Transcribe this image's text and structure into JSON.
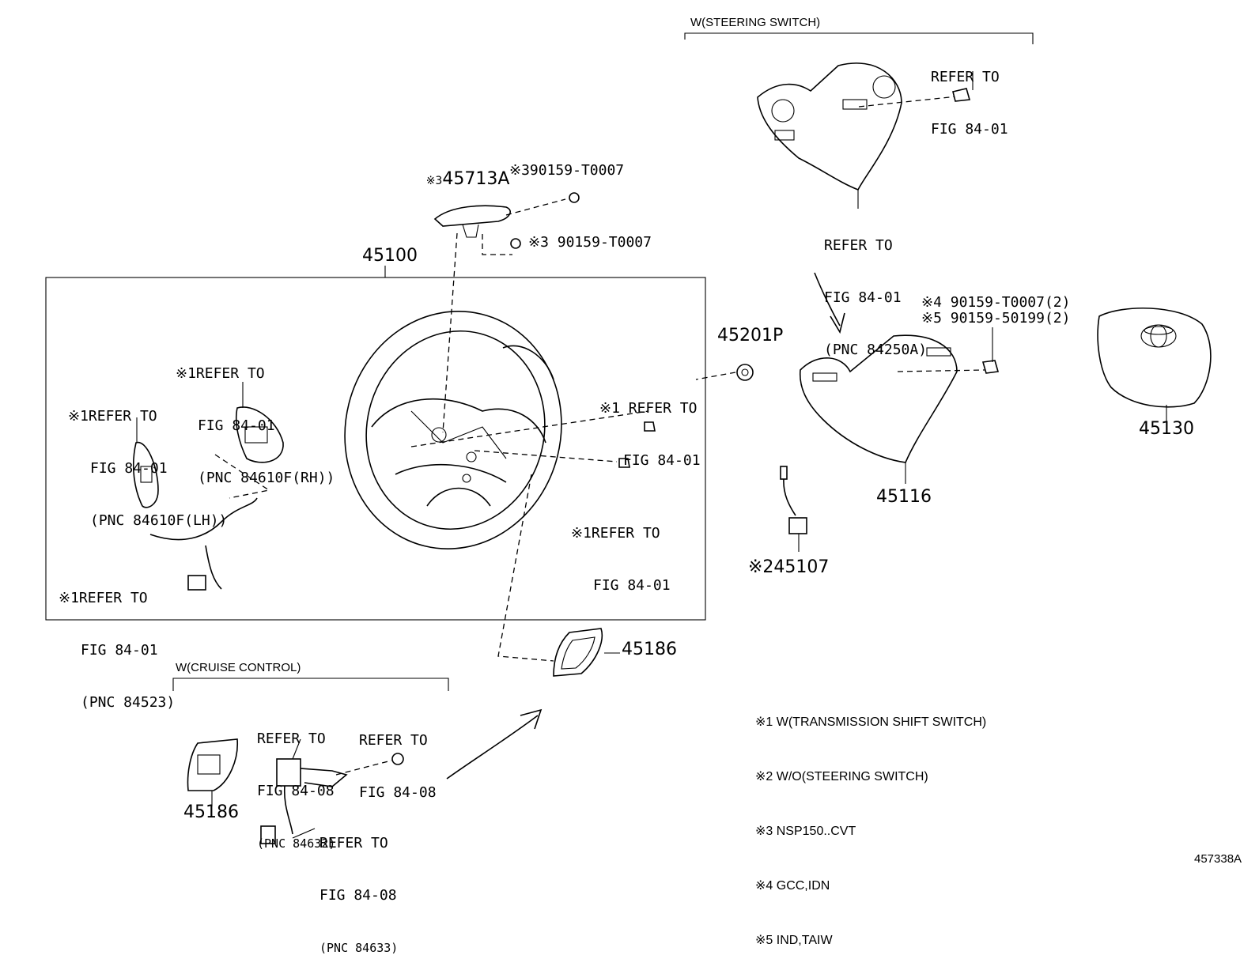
{
  "headers": {
    "steering_switch": "W(STEERING SWITCH)",
    "cruise_control": "W(CRUISE CONTROL)"
  },
  "labels": {
    "refer_top_right": [
      "REFER TO",
      "FIG 84-01"
    ],
    "refer_switch_bottom": [
      "REFER TO",
      "FIG 84-01",
      "(PNC 84250A)"
    ],
    "p45713a": "45713A",
    "p45713a_mark": "※3",
    "bolt_upper": "※390159-T0007",
    "bolt_lower": "※3 90159-T0007",
    "p45100": "45100",
    "p45201p": "45201P",
    "bolt_right_1": "※4 90159-T0007(2)",
    "bolt_right_2": "※5 90159-50199(2)",
    "p45130": "45130",
    "p45116": "45116",
    "p45107": "※245107",
    "refer_rh": [
      "※1REFER TO",
      "FIG 84-01",
      "(PNC 84610F(RH))"
    ],
    "refer_lh": [
      "※1REFER TO",
      "FIG 84-01",
      "(PNC 84610F(LH))"
    ],
    "refer_wire": [
      "※1REFER TO",
      "FIG 84-01",
      "(PNC 84523)"
    ],
    "refer_screw_upper": [
      "※1 REFER TO",
      "FIG 84-01"
    ],
    "refer_screw_lower": [
      "※1REFER TO",
      "FIG 84-01"
    ],
    "p45186_right": "45186",
    "p45186_left": "45186",
    "refer_84632": [
      "REFER TO",
      "FIG 84-08",
      "(PNC 84632)"
    ],
    "refer_84_08": [
      "REFER TO",
      "FIG 84-08"
    ],
    "refer_84633": [
      "REFER TO",
      "FIG 84-08",
      "(PNC 84633)"
    ],
    "figure_id": "457338A"
  },
  "notes": [
    "※1 W(TRANSMISSION SHIFT SWITCH)",
    "※2 W/O(STEERING SWITCH)",
    "※3 NSP150..CVT",
    "※4 GCC,IDN",
    "※5 IND,TAIW"
  ]
}
